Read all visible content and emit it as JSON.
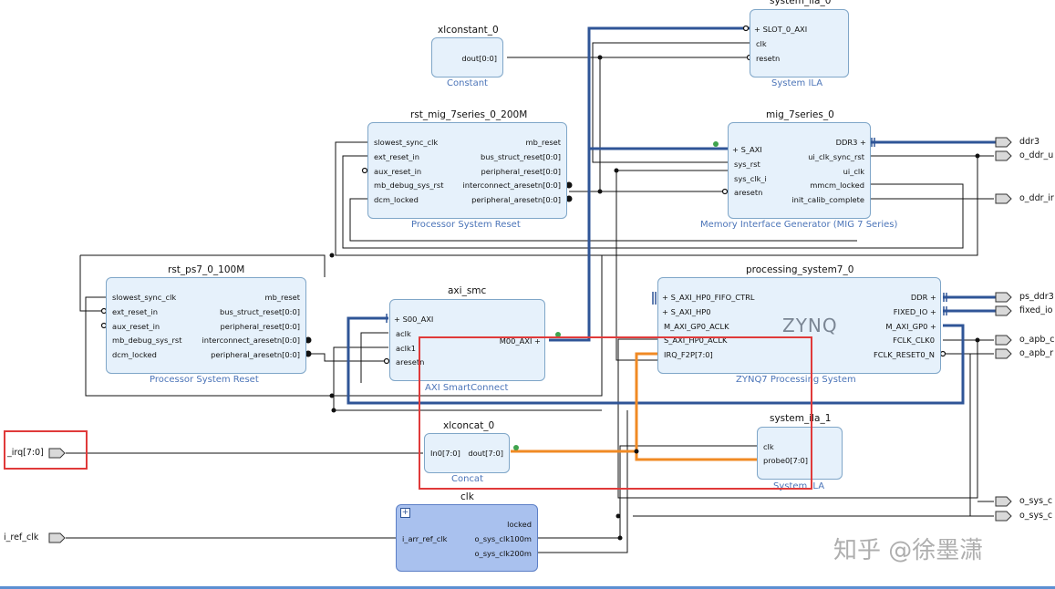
{
  "blocks": {
    "sys_ila_0": {
      "title": "system_ila_0",
      "subtitle": "System ILA",
      "ports_left": [
        "SLOT_0_AXI",
        "clk",
        "resetn"
      ]
    },
    "xlconstant": {
      "title": "xlconstant_0",
      "subtitle": "Constant",
      "ports_right": [
        "dout[0:0]"
      ]
    },
    "rst_mig": {
      "title": "rst_mig_7series_0_200M",
      "subtitle": "Processor System Reset",
      "ports_left": [
        "slowest_sync_clk",
        "ext_reset_in",
        "aux_reset_in",
        "mb_debug_sys_rst",
        "dcm_locked"
      ],
      "ports_right": [
        "mb_reset",
        "bus_struct_reset[0:0]",
        "peripheral_reset[0:0]",
        "interconnect_aresetn[0:0]",
        "peripheral_aresetn[0:0]"
      ]
    },
    "mig": {
      "title": "mig_7series_0",
      "subtitle": "Memory Interface Generator (MIG 7 Series)",
      "ports_left": [
        "S_AXI",
        "sys_rst",
        "sys_clk_i",
        "aresetn"
      ],
      "ports_right": [
        "DDR3",
        "ui_clk_sync_rst",
        "ui_clk",
        "mmcm_locked",
        "init_calib_complete"
      ]
    },
    "rst_ps7": {
      "title": "rst_ps7_0_100M",
      "subtitle": "Processor System Reset",
      "ports_left": [
        "slowest_sync_clk",
        "ext_reset_in",
        "aux_reset_in",
        "mb_debug_sys_rst",
        "dcm_locked"
      ],
      "ports_right": [
        "mb_reset",
        "bus_struct_reset[0:0]",
        "peripheral_reset[0:0]",
        "interconnect_aresetn[0:0]",
        "peripheral_aresetn[0:0]"
      ]
    },
    "smc": {
      "title": "axi_smc",
      "subtitle": "AXI SmartConnect",
      "ports_left": [
        "S00_AXI",
        "aclk",
        "aclk1",
        "aresetn"
      ],
      "ports_right": [
        "M00_AXI"
      ]
    },
    "ps7": {
      "title": "processing_system7_0",
      "subtitle": "ZYNQ7 Processing System",
      "logo": "ZYNQ",
      "ports_left": [
        "S_AXI_HP0_FIFO_CTRL",
        "S_AXI_HP0",
        "M_AXI_GP0_ACLK",
        "S_AXI_HP0_ACLK",
        "IRQ_F2P[7:0]"
      ],
      "ports_right": [
        "DDR",
        "FIXED_IO",
        "M_AXI_GP0",
        "FCLK_CLK0",
        "FCLK_RESET0_N"
      ]
    },
    "xlconcat": {
      "title": "xlconcat_0",
      "subtitle": "Concat",
      "ports_left": [
        "In0[7:0]"
      ],
      "ports_right": [
        "dout[7:0]"
      ]
    },
    "sys_ila_1": {
      "title": "system_ila_1",
      "subtitle": "System ILA",
      "ports_left": [
        "clk",
        "probe0[7:0]"
      ]
    },
    "clk": {
      "title": "clk",
      "ports_left": [
        "i_arr_ref_clk"
      ],
      "ports_right": [
        "locked",
        "o_sys_clk100m",
        "o_sys_clk200m"
      ]
    }
  },
  "external_ports": {
    "irq": "_irq[7:0]",
    "ref_clk": "i_ref_clk",
    "ddr3": "ddr3",
    "o_ddr_u": "o_ddr_u",
    "o_ddr_ir": "o_ddr_ir",
    "ps_ddr3": "ps_ddr3",
    "fixed_io": "fixed_io",
    "o_apb_c": "o_apb_c",
    "o_apb_r": "o_apb_r",
    "o_sys_c1": "o_sys_c",
    "o_sys_c2": "o_sys_c"
  },
  "watermark": "知乎 @徐墨潇",
  "colors": {
    "block_fill": "#e6f1fb",
    "block_border": "#7fa6c8",
    "clk_block_fill": "#a9c1ee",
    "wire": "#111111",
    "bus": "#2f5597",
    "highlight_wire": "#f08a24",
    "highlight_box": "#e03a3a",
    "subtitle": "#4b74b8"
  }
}
